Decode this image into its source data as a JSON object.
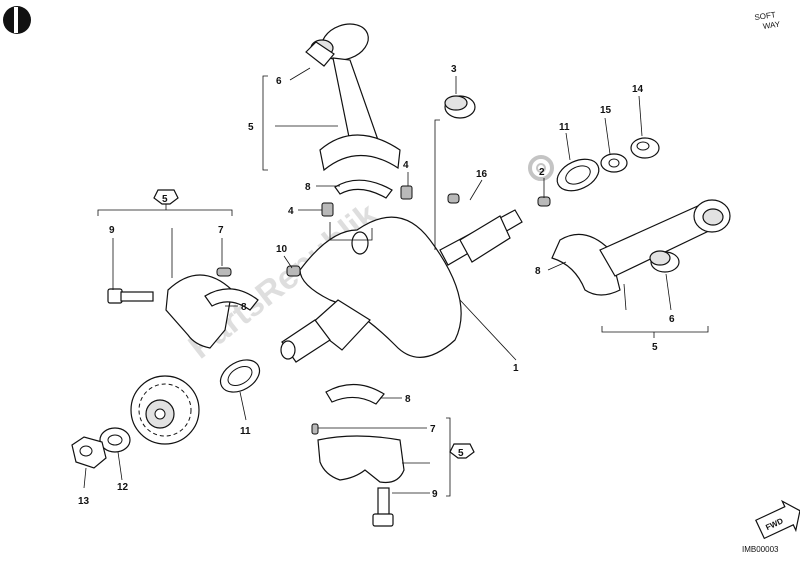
{
  "callouts": {
    "c1": "1",
    "c2": "2",
    "c3": "3",
    "c4a": "4",
    "c4b": "4",
    "c5a": "5",
    "c5b": "5",
    "c5c": "5",
    "c5d": "5",
    "c6a": "6",
    "c6b": "6",
    "c7a": "7",
    "c7b": "7",
    "c8a": "8",
    "c8b": "8",
    "c8c": "8",
    "c8d": "8",
    "c9a": "9",
    "c9b": "9",
    "c10": "10",
    "c11a": "11",
    "c11b": "11",
    "c12": "12",
    "c13": "13",
    "c14": "14",
    "c15": "15",
    "c16": "16"
  },
  "brand": {
    "line1": "SOFT",
    "line2": "WAY"
  },
  "fwd_label": "FWD",
  "drawing_code": "IMB00003",
  "watermark": "PartsRepublik"
}
